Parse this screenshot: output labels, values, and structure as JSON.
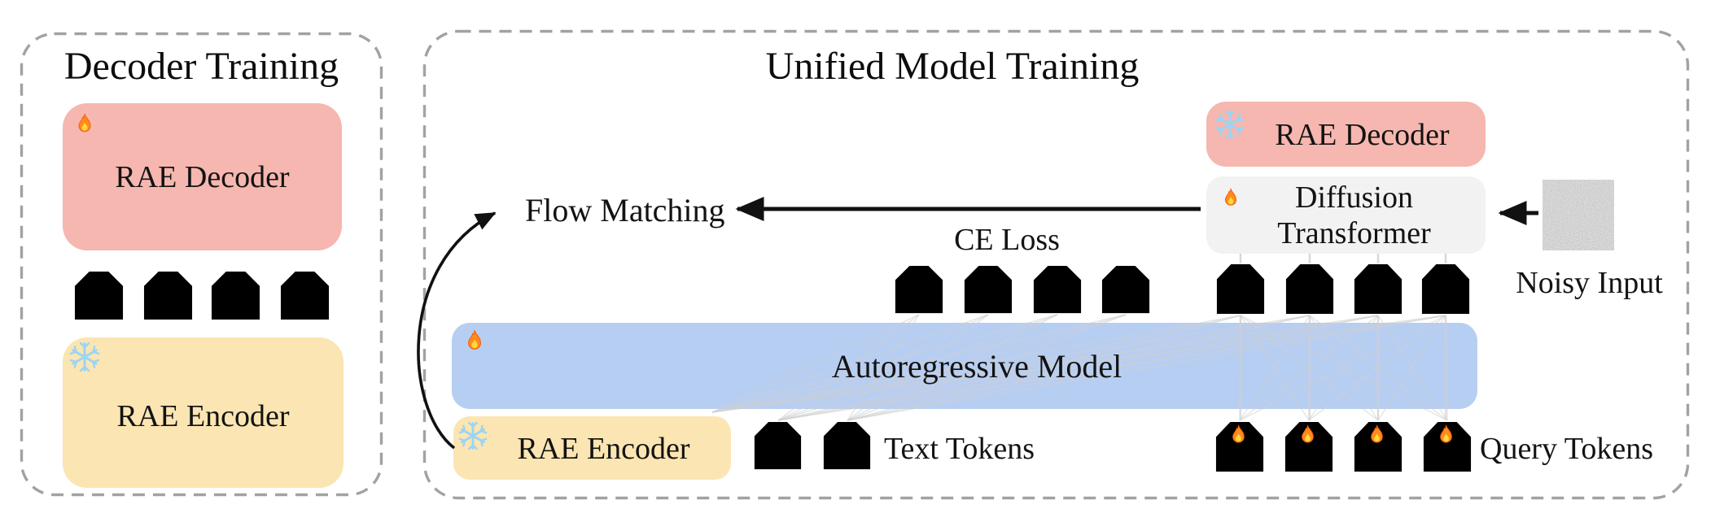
{
  "left_panel": {
    "title": "Decoder Training",
    "decoder_box": {
      "label": "RAE Decoder",
      "state_icon": "flame-icon"
    },
    "encoder_box": {
      "label": "RAE Encoder",
      "state_icon": "snowflake-icon"
    },
    "latent_tokens_count": 4
  },
  "right_panel": {
    "title": "Unified Model Training",
    "flow_matching_label": "Flow Matching",
    "ce_loss_label": "CE Loss",
    "rae_decoder_box": {
      "label": "RAE Decoder",
      "state_icon": "snowflake-icon"
    },
    "diffusion_transformer_box": {
      "label": "Diffusion Transformer",
      "state_icon": "flame-icon"
    },
    "noisy_input_label": "Noisy Input",
    "autoregressive_box": {
      "label": "Autoregressive Model",
      "state_icon": "flame-icon"
    },
    "rae_encoder_box": {
      "label": "RAE Encoder",
      "state_icon": "snowflake-icon"
    },
    "text_tokens_label": "Text Tokens",
    "query_tokens_label": "Query Tokens",
    "text_tokens_count": 2,
    "ce_tokens_count": 4,
    "dt_input_tokens_count": 4,
    "query_tokens_count": 4
  },
  "icons": {
    "flame": "flame-icon (trainable)",
    "snowflake": "snowflake-icon (frozen)",
    "noise": "noise-image"
  },
  "colors": {
    "pink_box": "#F5B7AF",
    "yellow_box": "#FBE5B2",
    "ar_blue_box": "#B7CEF3",
    "dt_gray_box": "#F2F2F2",
    "orange_token": "#FBDCA2",
    "blue_token": "#A9CBEA",
    "gray_token": "#EFEFEF",
    "token_border": "#1F4368",
    "blue_token_border": "#2B5C8A",
    "dashed_border": "#A2A2A2",
    "attn": "#CFCFCF",
    "arrow": "#111111"
  }
}
